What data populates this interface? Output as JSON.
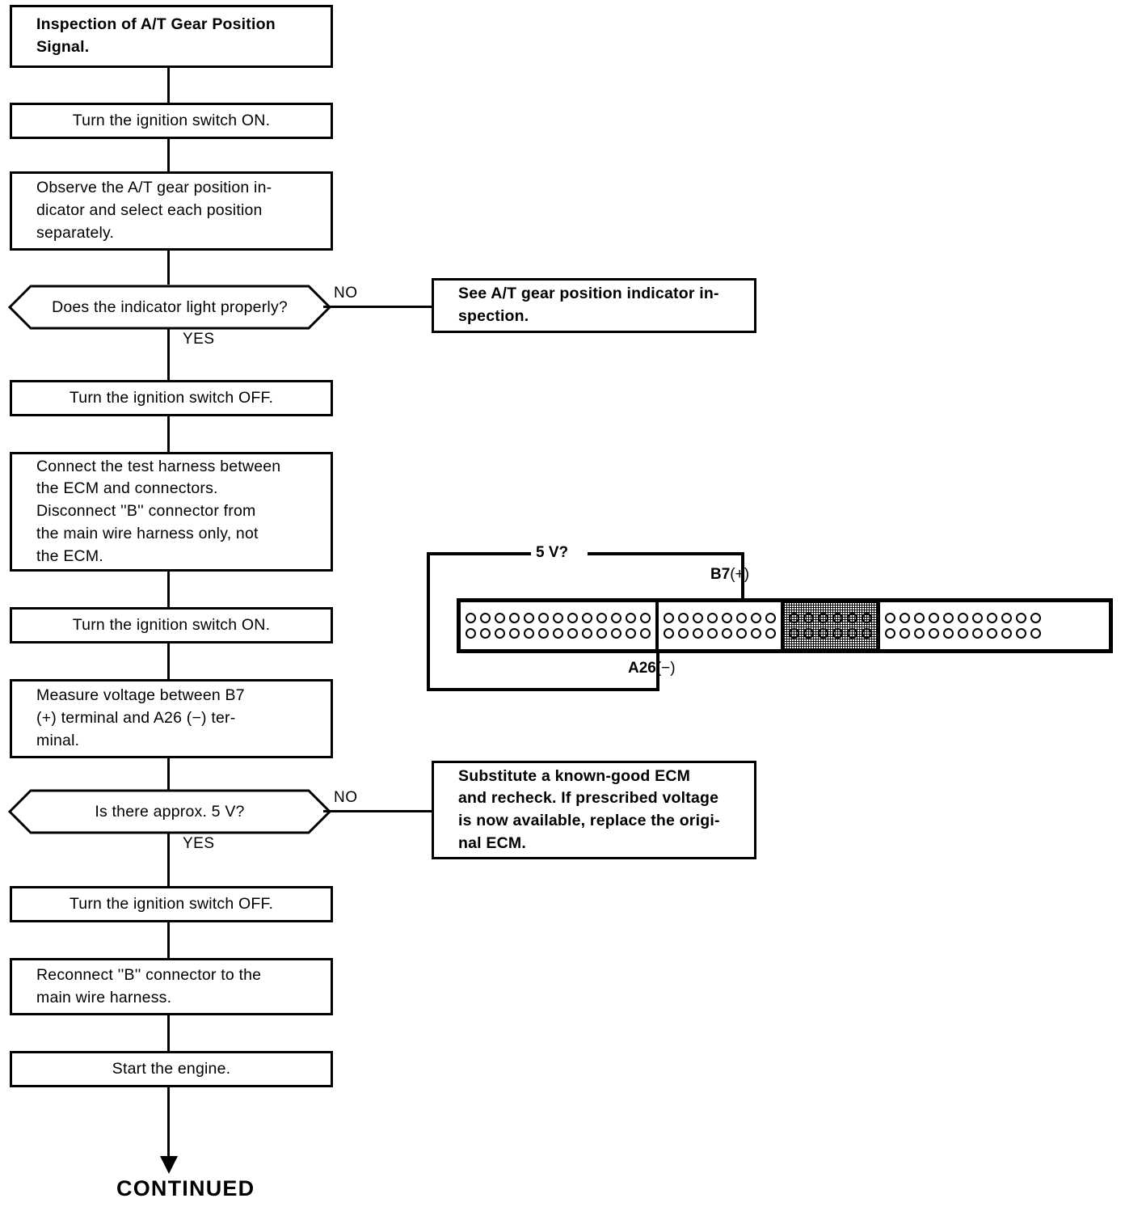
{
  "diagram": {
    "title": "Inspection of A/T Gear Position Signal",
    "type": "flowchart",
    "continued_label": "CONTINUED"
  },
  "steps": {
    "s1": "Inspection of A/T Gear Position\nSignal.",
    "s2": "Turn the ignition switch ON.",
    "s3": "Observe the A/T gear position in-\ndicator and select each position\nseparately.",
    "s5": "Turn the ignition switch OFF.",
    "s6": "Connect the test harness between\nthe ECM and connectors.\nDisconnect ''B'' connector from\nthe main wire harness only, not\nthe ECM.",
    "s7": "Turn the ignition switch ON.",
    "s8": "Measure  voltage  between  B7\n(+)  terminal  and  A26  (−)  ter-\nminal.",
    "s10": "Turn the ignition switch OFF.",
    "s11": "Reconnect ''B'' connector to the\nmain wire harness.",
    "s12": "Start the engine."
  },
  "decisions": {
    "d1": {
      "question": "Does the indicator light properly?",
      "yes_label": "YES",
      "no_label": "NO",
      "no_target": "See A/T gear position indicator in-\nspection."
    },
    "d2": {
      "question": "Is there approx. 5 V?",
      "yes_label": "YES",
      "no_label": "NO",
      "no_target": "Substitute a  known-good  ECM\nand recheck. If prescribed voltage\nis now available, replace the origi-\nnal ECM."
    }
  },
  "connector": {
    "measurement_label": "5 V?",
    "positive_terminal": "B7",
    "positive_sign": "(+)",
    "negative_terminal": "A26",
    "negative_sign": "(−)",
    "sections": [
      {
        "name": "section-a",
        "pins_per_row": 13,
        "rows": 2,
        "shaded": false
      },
      {
        "name": "section-b",
        "pins_per_row": 8,
        "rows": 2,
        "shaded": false
      },
      {
        "name": "section-c",
        "pins_per_row": 6,
        "rows": 2,
        "shaded": true
      },
      {
        "name": "section-d",
        "pins_per_row": 11,
        "rows": 2,
        "shaded": false
      }
    ]
  },
  "colors": {
    "line": "#000000",
    "background": "#ffffff"
  }
}
